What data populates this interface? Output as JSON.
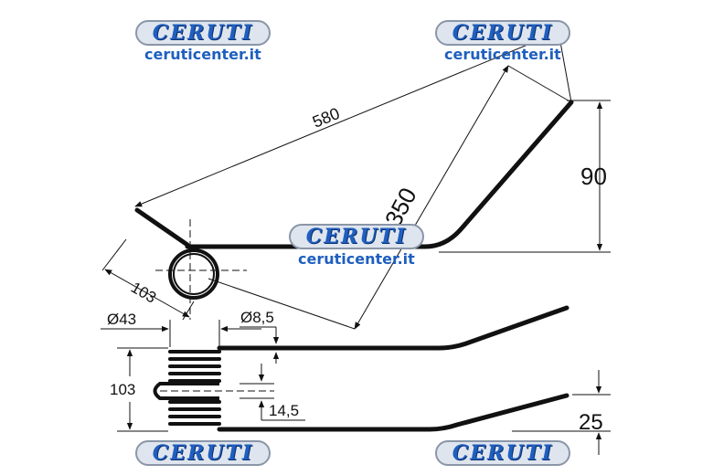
{
  "watermark": {
    "brand": "CERUTI",
    "url": "ceruticenter.it"
  },
  "dimensions": {
    "length_580": "580",
    "length_350": "350",
    "height_90": "90",
    "radius_103": "103",
    "diameter_43": "Ø43",
    "wire_diameter": "Ø8,5",
    "coil_width_103": "103",
    "gap_14_5": "14,5",
    "offset_25": "25"
  }
}
